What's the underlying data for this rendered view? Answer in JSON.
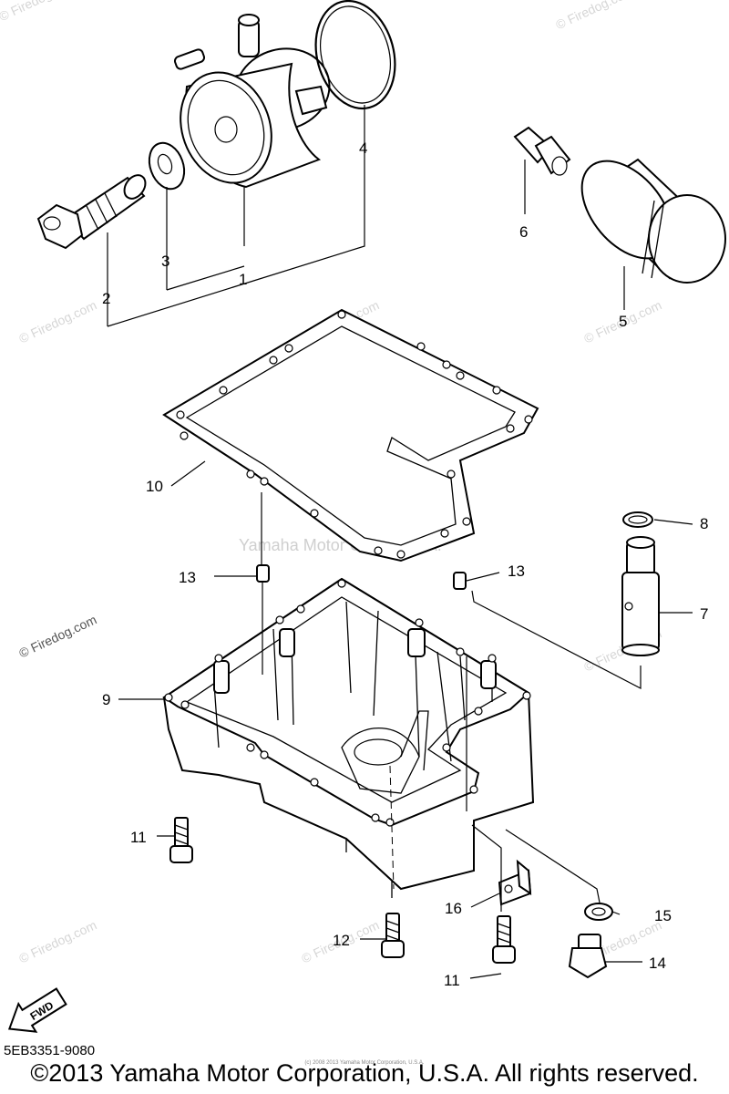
{
  "watermarks": {
    "firedog": "© Firedog.com",
    "center": "Yamaha Motor Corp. U.S.A."
  },
  "callouts": [
    "1",
    "2",
    "3",
    "4",
    "5",
    "6",
    "7",
    "8",
    "9",
    "10",
    "11",
    "11",
    "12",
    "13",
    "13",
    "14",
    "15",
    "16"
  ],
  "fwd_label": "FWD",
  "diagram_code": "5EB3351-9080",
  "copyright": "©2013 Yamaha Motor Corporation, U.S.A. All rights reserved.",
  "tiny_note": "(c) 2008 2013 Yamaha Motor Corporation, U.S.A."
}
